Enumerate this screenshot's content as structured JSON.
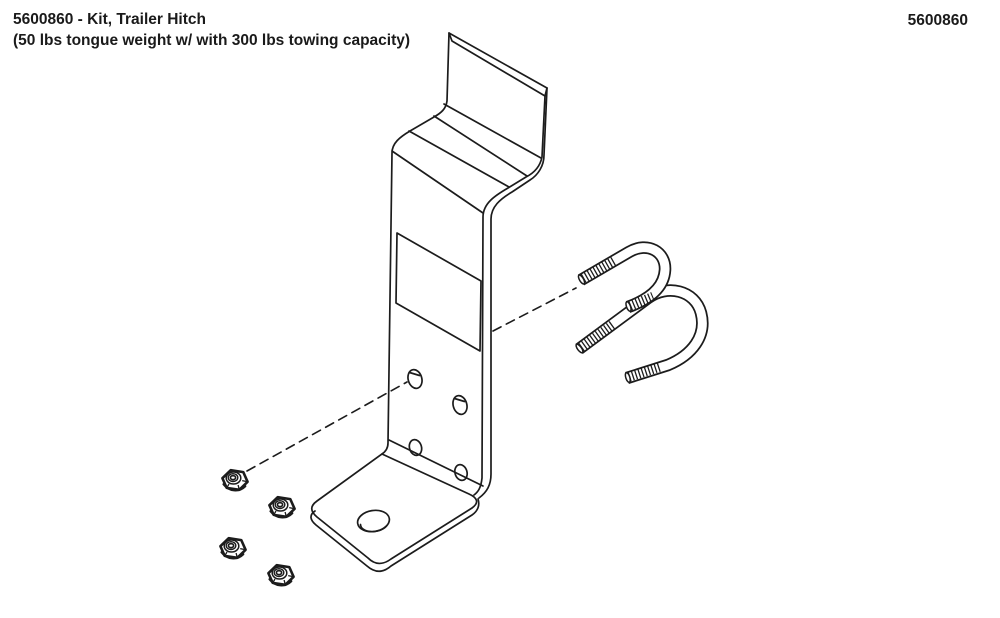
{
  "page": {
    "background": "#ffffff",
    "line_color": "#1c1c1c"
  },
  "header": {
    "title_line1": "5600860 - Kit, Trailer Hitch",
    "title_line2": "(50 lbs tongue weight w/ with 300 lbs towing capacity)",
    "part_number": "5600860"
  },
  "diagram": {
    "type": "exploded-parts-line-drawing",
    "parts": [
      {
        "id": "hitch-bracket",
        "name": "trailer-hitch-bracket"
      },
      {
        "id": "u-bolt-rear",
        "name": "u-bolt"
      },
      {
        "id": "u-bolt-front",
        "name": "u-bolt"
      },
      {
        "id": "lock-nut-1",
        "name": "flange-lock-nut"
      },
      {
        "id": "lock-nut-2",
        "name": "flange-lock-nut"
      },
      {
        "id": "lock-nut-3",
        "name": "flange-lock-nut"
      },
      {
        "id": "lock-nut-4",
        "name": "flange-lock-nut"
      }
    ]
  }
}
